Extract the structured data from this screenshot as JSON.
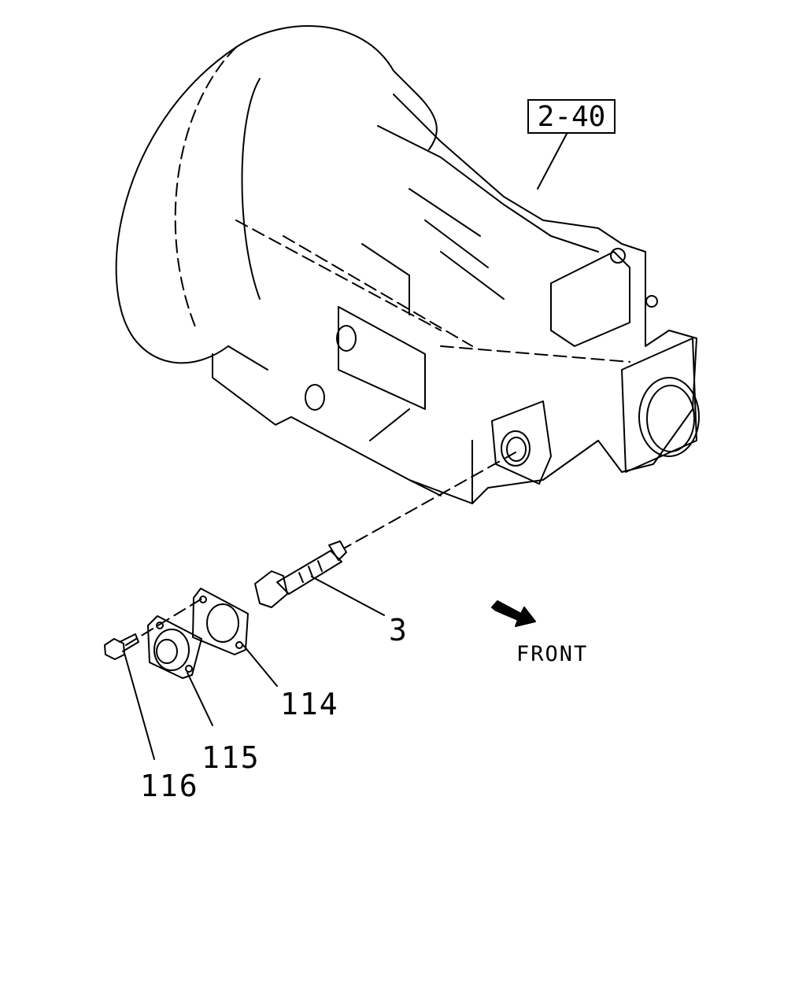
{
  "diagram": {
    "reference_box": "2-40",
    "callouts": {
      "part_3": "3",
      "part_114": "114",
      "part_115": "115",
      "part_116": "116"
    },
    "direction_label": "FRONT"
  }
}
